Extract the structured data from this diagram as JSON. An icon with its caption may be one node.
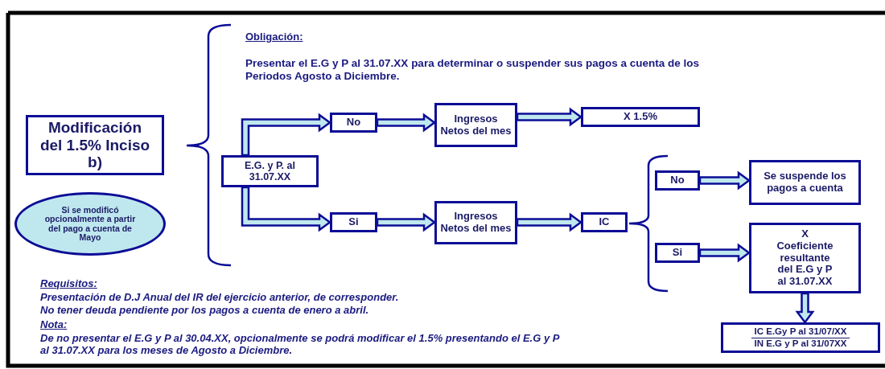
{
  "diagram": {
    "nodes": [
      {
        "text": [
          "Modificación del 1.5% Inciso b)"
        ]
      },
      {
        "text": [
          "Si se modificó opcionalmente a partir del pago a cuenta de Mayo"
        ]
      },
      {
        "text": [
          "E.G. y P. al 31.07.XX"
        ]
      },
      {
        "text": [
          "No"
        ]
      },
      {
        "text": [
          "Ingresos Netos del mes"
        ]
      },
      {
        "text": [
          "X 1.5%"
        ]
      },
      {
        "text": [
          "Si"
        ]
      },
      {
        "text": [
          "Ingresos Netos del mes"
        ]
      },
      {
        "text": [
          "IC"
        ]
      },
      {
        "text": [
          "No"
        ]
      },
      {
        "text": [
          "Se suspende los pagos a cuenta"
        ]
      },
      {
        "text": [
          "Si"
        ]
      },
      {
        "text": [
          "X Coeficiente resultante del E.G y P al 31.07.XX"
        ]
      },
      {
        "text": [
          "IC E.Gy P al 31/07/XX",
          "IN E.G y P al 31/07XX"
        ]
      }
    ],
    "edges": [
      {
        "from": 2,
        "to": 3,
        "arrow": "to"
      },
      {
        "from": 2,
        "to": 6,
        "arrow": "to"
      },
      {
        "from": 3,
        "to": 4,
        "arrow": "to"
      },
      {
        "from": 4,
        "to": 5,
        "arrow": "to"
      },
      {
        "from": 6,
        "to": 7,
        "arrow": "to"
      },
      {
        "from": 7,
        "to": 8,
        "arrow": "to"
      },
      {
        "from": 9,
        "to": 10,
        "arrow": "to"
      },
      {
        "from": 11,
        "to": 12,
        "arrow": "to"
      },
      {
        "from": 12,
        "to": 13,
        "arrow": "to"
      }
    ],
    "labels": [
      "Obligación:",
      "Presentar el E.G y P al 31.07.XX para determinar o suspender sus pagos a cuenta de los Periodos Agosto a Diciembre.",
      "Requisitos:",
      "Presentación de D.J Anual del IR del ejercicio anterior, de corresponder.",
      "No tener deuda pendiente por los pagos a cuenta de enero a abril.",
      "Nota:",
      "De no presentar el E.G y P al 30.04.XX, opcionalmente se podrá modificar el 1.5% presentando el E.G y P al 31.07.XX para los meses de Agosto a Diciembre."
    ]
  }
}
